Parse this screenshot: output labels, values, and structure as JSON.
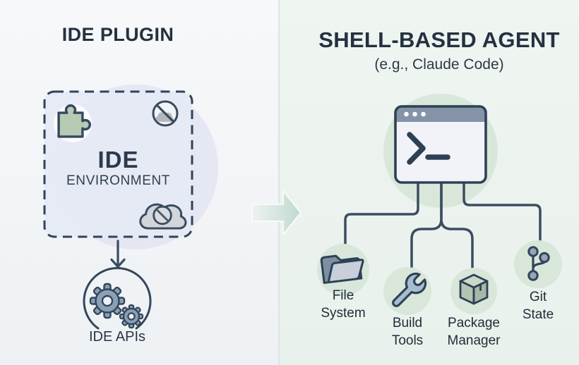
{
  "left_panel": {
    "title": "IDE PLUGIN",
    "environment_box": {
      "title": "IDE",
      "subtitle": "ENVIRONMENT",
      "icons": [
        "puzzle-icon",
        "no-cloud-icon",
        "cloud-blocked-icon"
      ]
    },
    "api_circle": {
      "label": "IDE APIs",
      "icon": "gears-icon"
    }
  },
  "flow_arrow": {
    "icon": "right-arrow-icon"
  },
  "right_panel": {
    "title": "SHELL-BASED AGENT",
    "subtitle": "(e.g., Claude Code)",
    "terminal": {
      "icon": "terminal-window-icon",
      "prompt": ">_"
    },
    "tools": [
      {
        "icon": "folder-icon",
        "line1": "File",
        "line2": "System"
      },
      {
        "icon": "wrench-icon",
        "line1": "Build",
        "line2": "Tools"
      },
      {
        "icon": "package-box-icon",
        "line1": "Package",
        "line2": "Manager"
      },
      {
        "icon": "git-branch-icon",
        "line1": "Git",
        "line2": "State"
      }
    ]
  },
  "colors": {
    "heading_text": "#243140",
    "outline": "#35485c",
    "green_circle": "#d8e7da",
    "lavender_blob": "#e1e4f1",
    "box_fill": "#e5eaf5",
    "titlebar": "#8593a8",
    "left_bg": "#f5f7f9",
    "right_bg": "#edf4f0",
    "arrow_teal": "#c7ddd6"
  }
}
